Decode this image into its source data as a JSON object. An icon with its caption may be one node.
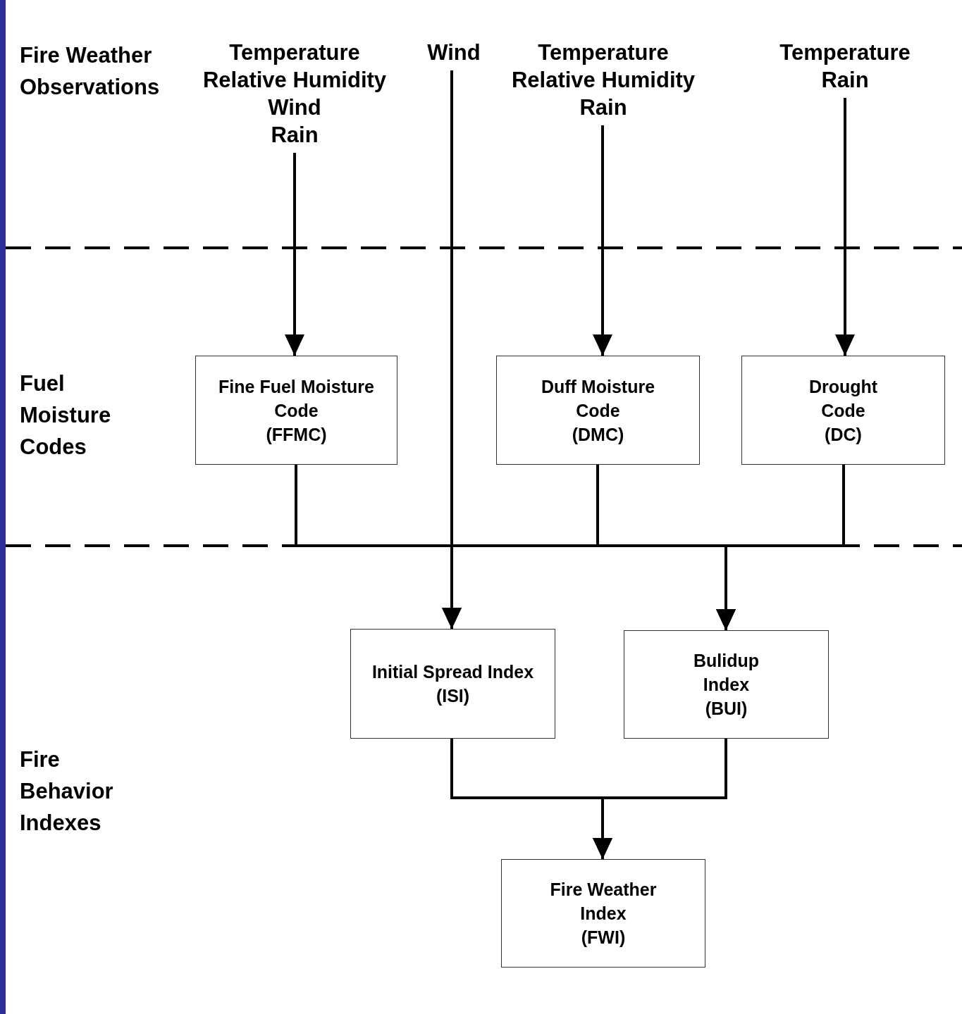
{
  "diagram": {
    "nodes": [
      {
        "text": [
          "Temperature",
          "Relative Humidity",
          "Wind",
          "Rain"
        ]
      },
      {
        "text": [
          "Wind"
        ]
      },
      {
        "text": [
          "Temperature",
          "Relative Humidity",
          "Rain"
        ]
      },
      {
        "text": [
          "Temperature",
          "Rain"
        ]
      },
      {
        "text": [
          "Fine Fuel Moisture Code",
          "(FFMC)"
        ]
      },
      {
        "text": [
          "Duff Moisture Code",
          "(DMC)"
        ]
      },
      {
        "text": [
          "Drought Code",
          "(DC)"
        ]
      },
      {
        "text": [
          "Initial Spread Index",
          "(ISI)"
        ]
      },
      {
        "text": [
          "Bulidup Index",
          "(BUI)"
        ]
      },
      {
        "text": [
          "Fire Weather Index",
          "(FWI)"
        ]
      }
    ],
    "edges": [
      {
        "from": 0,
        "to": 4,
        "arrow": "to"
      },
      {
        "from": 1,
        "to": 7,
        "arrow": "to"
      },
      {
        "from": 2,
        "to": 5,
        "arrow": "to"
      },
      {
        "from": 3,
        "to": 6,
        "arrow": "to"
      },
      {
        "from": 4,
        "to": 7,
        "arrow": "to"
      },
      {
        "from": 4,
        "to": 8,
        "arrow": "to"
      },
      {
        "from": 5,
        "to": 8,
        "arrow": "to"
      },
      {
        "from": 6,
        "to": 8,
        "arrow": "to"
      },
      {
        "from": 7,
        "to": 9,
        "arrow": "to"
      },
      {
        "from": 8,
        "to": 9,
        "arrow": "to"
      }
    ],
    "labels": [
      "Fire Weather Observations",
      "Fuel Moisture Codes",
      "Fire Behavior Indexes"
    ]
  }
}
